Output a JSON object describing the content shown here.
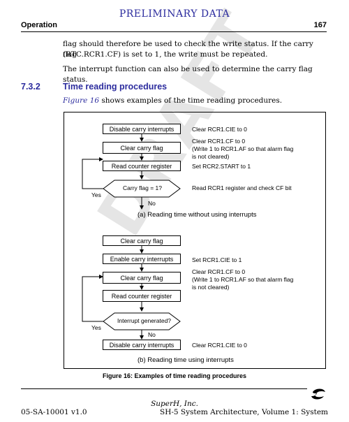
{
  "watermark": "DRAFT",
  "banner": "PRELIMINARY DATA",
  "header": {
    "chapter": "Operation",
    "page": "167"
  },
  "body": {
    "p1_a": "flag should therefore be used to check the write status. If the carry flag",
    "p1_b": "(RTC.RCR1.CF) is set to 1, the write must be repeated.",
    "p2": "The interrupt function can also be used to determine the carry flag status."
  },
  "section": {
    "number": "7.3.2",
    "title": "Time reading procedures"
  },
  "intro": {
    "link": "Figure 16",
    "rest": " shows examples of the time reading procedures."
  },
  "flow_a": {
    "steps": [
      "Disable carry interrupts",
      "Clear carry flag",
      "Read counter register"
    ],
    "decision": "Carry flag = 1?",
    "yes": "Yes",
    "no": "No",
    "notes": [
      "Clear RCR1.CIE to 0",
      "Clear RCR1.CF to 0",
      "(Write 1 to RCR1.AF so that alarm flag",
      "is not cleared)",
      "Set RCR2.START to 1",
      "Read RCR1 register and check CF bit"
    ],
    "subcaption": "(a) Reading time without using interrupts"
  },
  "flow_b": {
    "steps": [
      "Clear carry flag",
      "Enable carry interrupts",
      "Clear carry flag",
      "Read counter register"
    ],
    "decision": "Interrupt generated?",
    "final": "Disable carry interrupts",
    "yes": "Yes",
    "no": "No",
    "notes": [
      "Set RCR1.CIE to 1",
      "Clear RCR1.CF to 0",
      "(Write 1 to RCR1.AF so that alarm flag",
      "is not cleared)",
      "Clear RCR1.CIE to 0"
    ],
    "subcaption": "(b) Reading time using interrupts"
  },
  "caption": "Figure 16: Examples of time reading procedures",
  "footer": {
    "brand": "SuperH, Inc.",
    "doc_id": "05-SA-10001 v1.0",
    "title": "SH-5 System Architecture, Volume 1: System"
  }
}
